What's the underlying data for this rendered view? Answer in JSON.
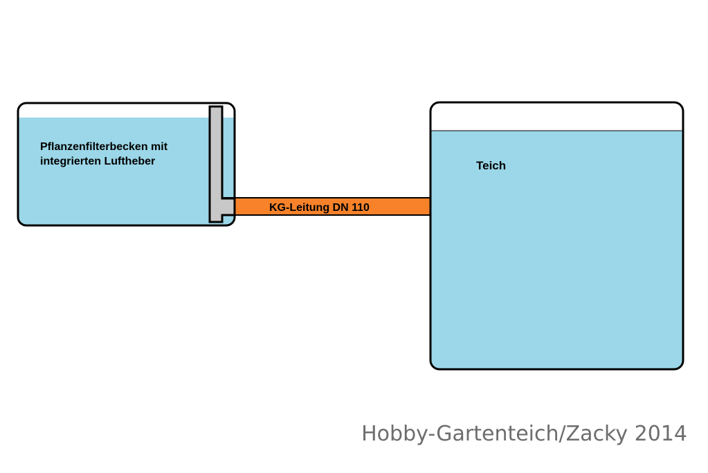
{
  "filter_basin": {
    "label_line1": "Pflanzenfilterbecken mit",
    "label_line2": "integrierten Luftheber"
  },
  "pipe": {
    "label": "KG-Leitung DN 110"
  },
  "pond": {
    "label": "Teich"
  },
  "watermark": {
    "text": "Hobby-Gartenteich/Zacky 2014"
  },
  "colors": {
    "water": "#9bd7e8",
    "pipe": "#f7822a",
    "airlift": "#c8c8c8",
    "outline": "#000000",
    "watermark": "#6d6d6d"
  }
}
